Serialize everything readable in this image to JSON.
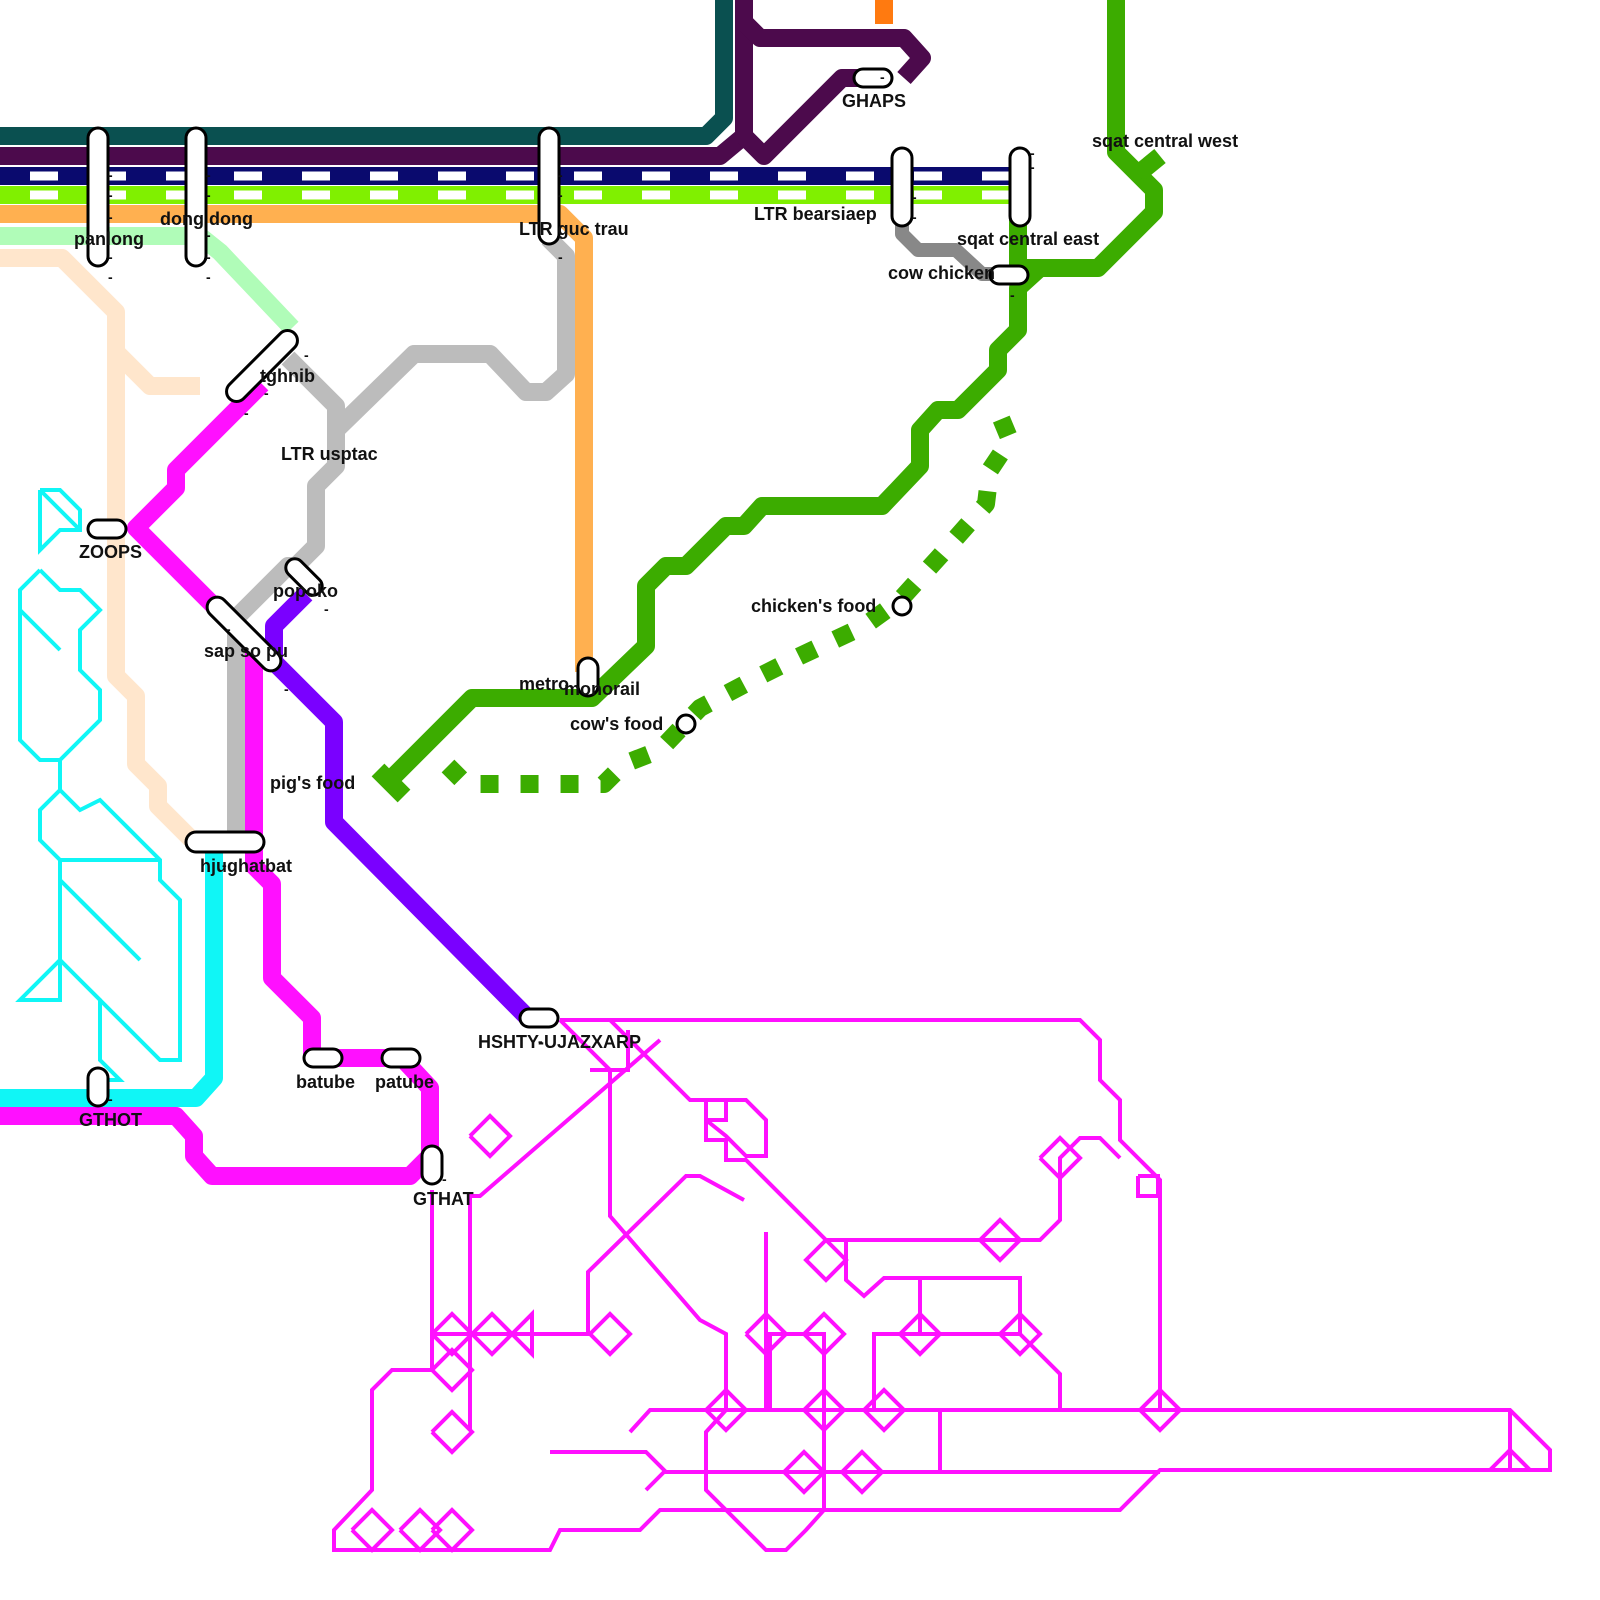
{
  "colors": {
    "teal": "#0a5050",
    "plum": "#4c0a4c",
    "navy": "#0a0a6e",
    "lime": "#80f000",
    "apricot": "#ffb050",
    "mint": "#b0fcb8",
    "peach": "#ffe6cc",
    "orange": "#ff7a10",
    "green": "#3cac00",
    "gray": "#bcbcbc",
    "darkgray": "#888888",
    "magenta": "#ff10ff",
    "violet": "#7a00ff",
    "cyan": "#10f6f6"
  },
  "lines": [
    {
      "id": "teal-line",
      "color": "teal"
    },
    {
      "id": "plum-line",
      "color": "plum"
    },
    {
      "id": "navy-line",
      "color": "navy"
    },
    {
      "id": "lime-line",
      "color": "lime"
    },
    {
      "id": "apricot-line",
      "color": "apricot"
    },
    {
      "id": "mint-line",
      "color": "mint"
    },
    {
      "id": "peach-line",
      "color": "peach"
    },
    {
      "id": "orange-line",
      "color": "orange"
    },
    {
      "id": "green-line",
      "color": "green"
    },
    {
      "id": "green-dotted-line",
      "color": "green"
    },
    {
      "id": "gray-line",
      "color": "gray"
    },
    {
      "id": "darkgray-line",
      "color": "darkgray"
    },
    {
      "id": "magenta-line",
      "color": "magenta"
    },
    {
      "id": "violet-line",
      "color": "violet"
    },
    {
      "id": "cyan-line",
      "color": "cyan"
    }
  ],
  "stations": {
    "panlong": "panlong",
    "dong_dong": "dong dong",
    "ltr_guc_trau": "LTR guc trau",
    "ghaps": "GHAPS",
    "ltr_bearsiaep": "LTR bearsiaep",
    "sqat_central_west": "sqat central west",
    "sqat_central_east": "sqat central east",
    "cow_chicken": "cow chicken",
    "tghnib": "tghnib",
    "ltr_usptac": "LTR usptac",
    "zoops": "ZOOPS",
    "popoko": "popoko",
    "sap_so_pu": "sap so pu",
    "chickens_food": "chicken's food",
    "metro": "metro",
    "monorail": "monorail",
    "cows_food": "cow's food",
    "pigs_food": "pig's food",
    "hjughatbat": "hjughatbat",
    "hshty_ujazxarp": "HSHTY-UJAZXARP",
    "batube": "batube",
    "patube": "patube",
    "gthot": "GTHOT",
    "gthat": "GTHAT"
  },
  "tick": "-"
}
